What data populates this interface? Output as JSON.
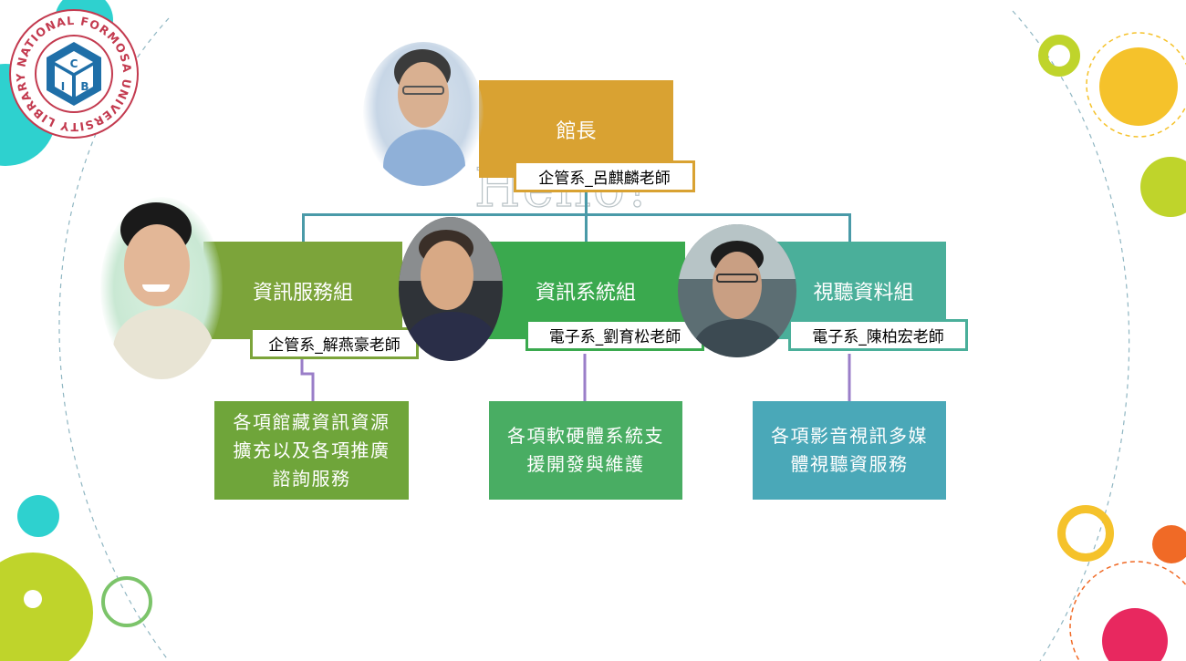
{
  "slide": {
    "background_title": "Hello!"
  },
  "logo": {
    "ring_text": "NATIONAL FORMOSA UNIVERSITY LIBRARY",
    "emblem_letters": [
      "C",
      "I",
      "B"
    ],
    "icon": "nfu-library-logo"
  },
  "org_chart": {
    "director": {
      "title": "館長",
      "person": "企管系_呂麒麟老師",
      "color": "#d9a232"
    },
    "divisions": [
      {
        "title": "資訊服務組",
        "person": "企管系_解燕豪老師",
        "color": "#7ca43a",
        "duty": "各項館藏資訊資源擴充以及各項推廣諮詢服務",
        "duty_color": "#6fa53a"
      },
      {
        "title": "資訊系統組",
        "person": "電子系_劉育松老師",
        "color": "#3aa94e",
        "duty": "各項軟硬體系統支援開發與維護",
        "duty_color": "#49ad63"
      },
      {
        "title": "視聽資料組",
        "person": "電子系_陳柏宏老師",
        "color": "#4aaf9a",
        "duty": "各項影音視訊多媒體視聽資服務",
        "duty_color": "#4aa8b8"
      }
    ],
    "connector_color": "#4a9aa8",
    "duty_connector_color": "#9a7ec8"
  },
  "decor_colors": [
    "#2ed1cf",
    "#bfd42b",
    "#f5c22b",
    "#f06a26",
    "#e8285f",
    "#7cc46a"
  ]
}
